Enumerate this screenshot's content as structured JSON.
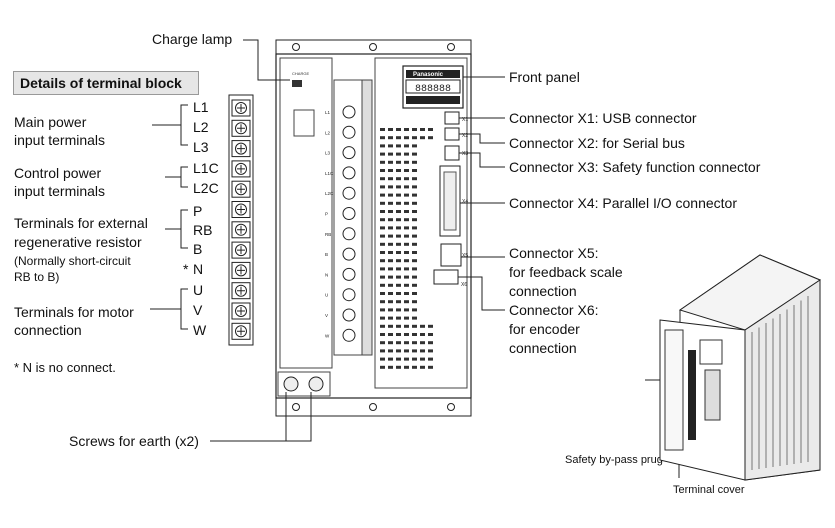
{
  "title": "Details of terminal block",
  "terminal_block": {
    "main_power": {
      "label": [
        "Main power",
        "input terminals"
      ],
      "terminals": [
        "L1",
        "L2",
        "L3"
      ]
    },
    "control_power": {
      "label": [
        "Control power",
        "input terminals"
      ],
      "terminals": [
        "L1C",
        "L2C"
      ]
    },
    "regen": {
      "label": [
        "Terminals for external",
        "regenerative resistor"
      ],
      "note": [
        "(Normally short-circuit",
        "RB to B)"
      ],
      "terminals": [
        "P",
        "RB",
        "B"
      ]
    },
    "n_terminal": {
      "mark": "*",
      "label": "N"
    },
    "motor": {
      "label": [
        "Terminals for motor",
        "connection"
      ],
      "terminals": [
        "U",
        "V",
        "W"
      ]
    },
    "footnote": "* N is no connect."
  },
  "callouts": {
    "charge_lamp": "Charge lamp",
    "front_panel": "Front panel",
    "x1": "Connector X1: USB connector",
    "x2": "Connector X2: for Serial bus",
    "x3": "Connector X3: Safety function connector",
    "x4": "Connector X4: Parallel I/O connector",
    "x5": [
      "Connector X5:",
      "for feedback scale",
      "connection"
    ],
    "x6": [
      "Connector X6:",
      "for encoder",
      "connection"
    ],
    "earth_screws": "Screws for earth (x2)",
    "safety_plug": "Safety by-pass prug",
    "terminal_cover": "Terminal cover"
  },
  "drive_labels": {
    "brand": "Panasonic",
    "display": "888888",
    "charge": "CHARGE",
    "terminal_marks": [
      "L1",
      "L2",
      "L3",
      "L1C",
      "L2C",
      "P",
      "RB",
      "B",
      "N",
      "U",
      "V",
      "W"
    ],
    "connector_marks": [
      "X1",
      "X2",
      "X3",
      "X4",
      "X5",
      "X6"
    ]
  }
}
